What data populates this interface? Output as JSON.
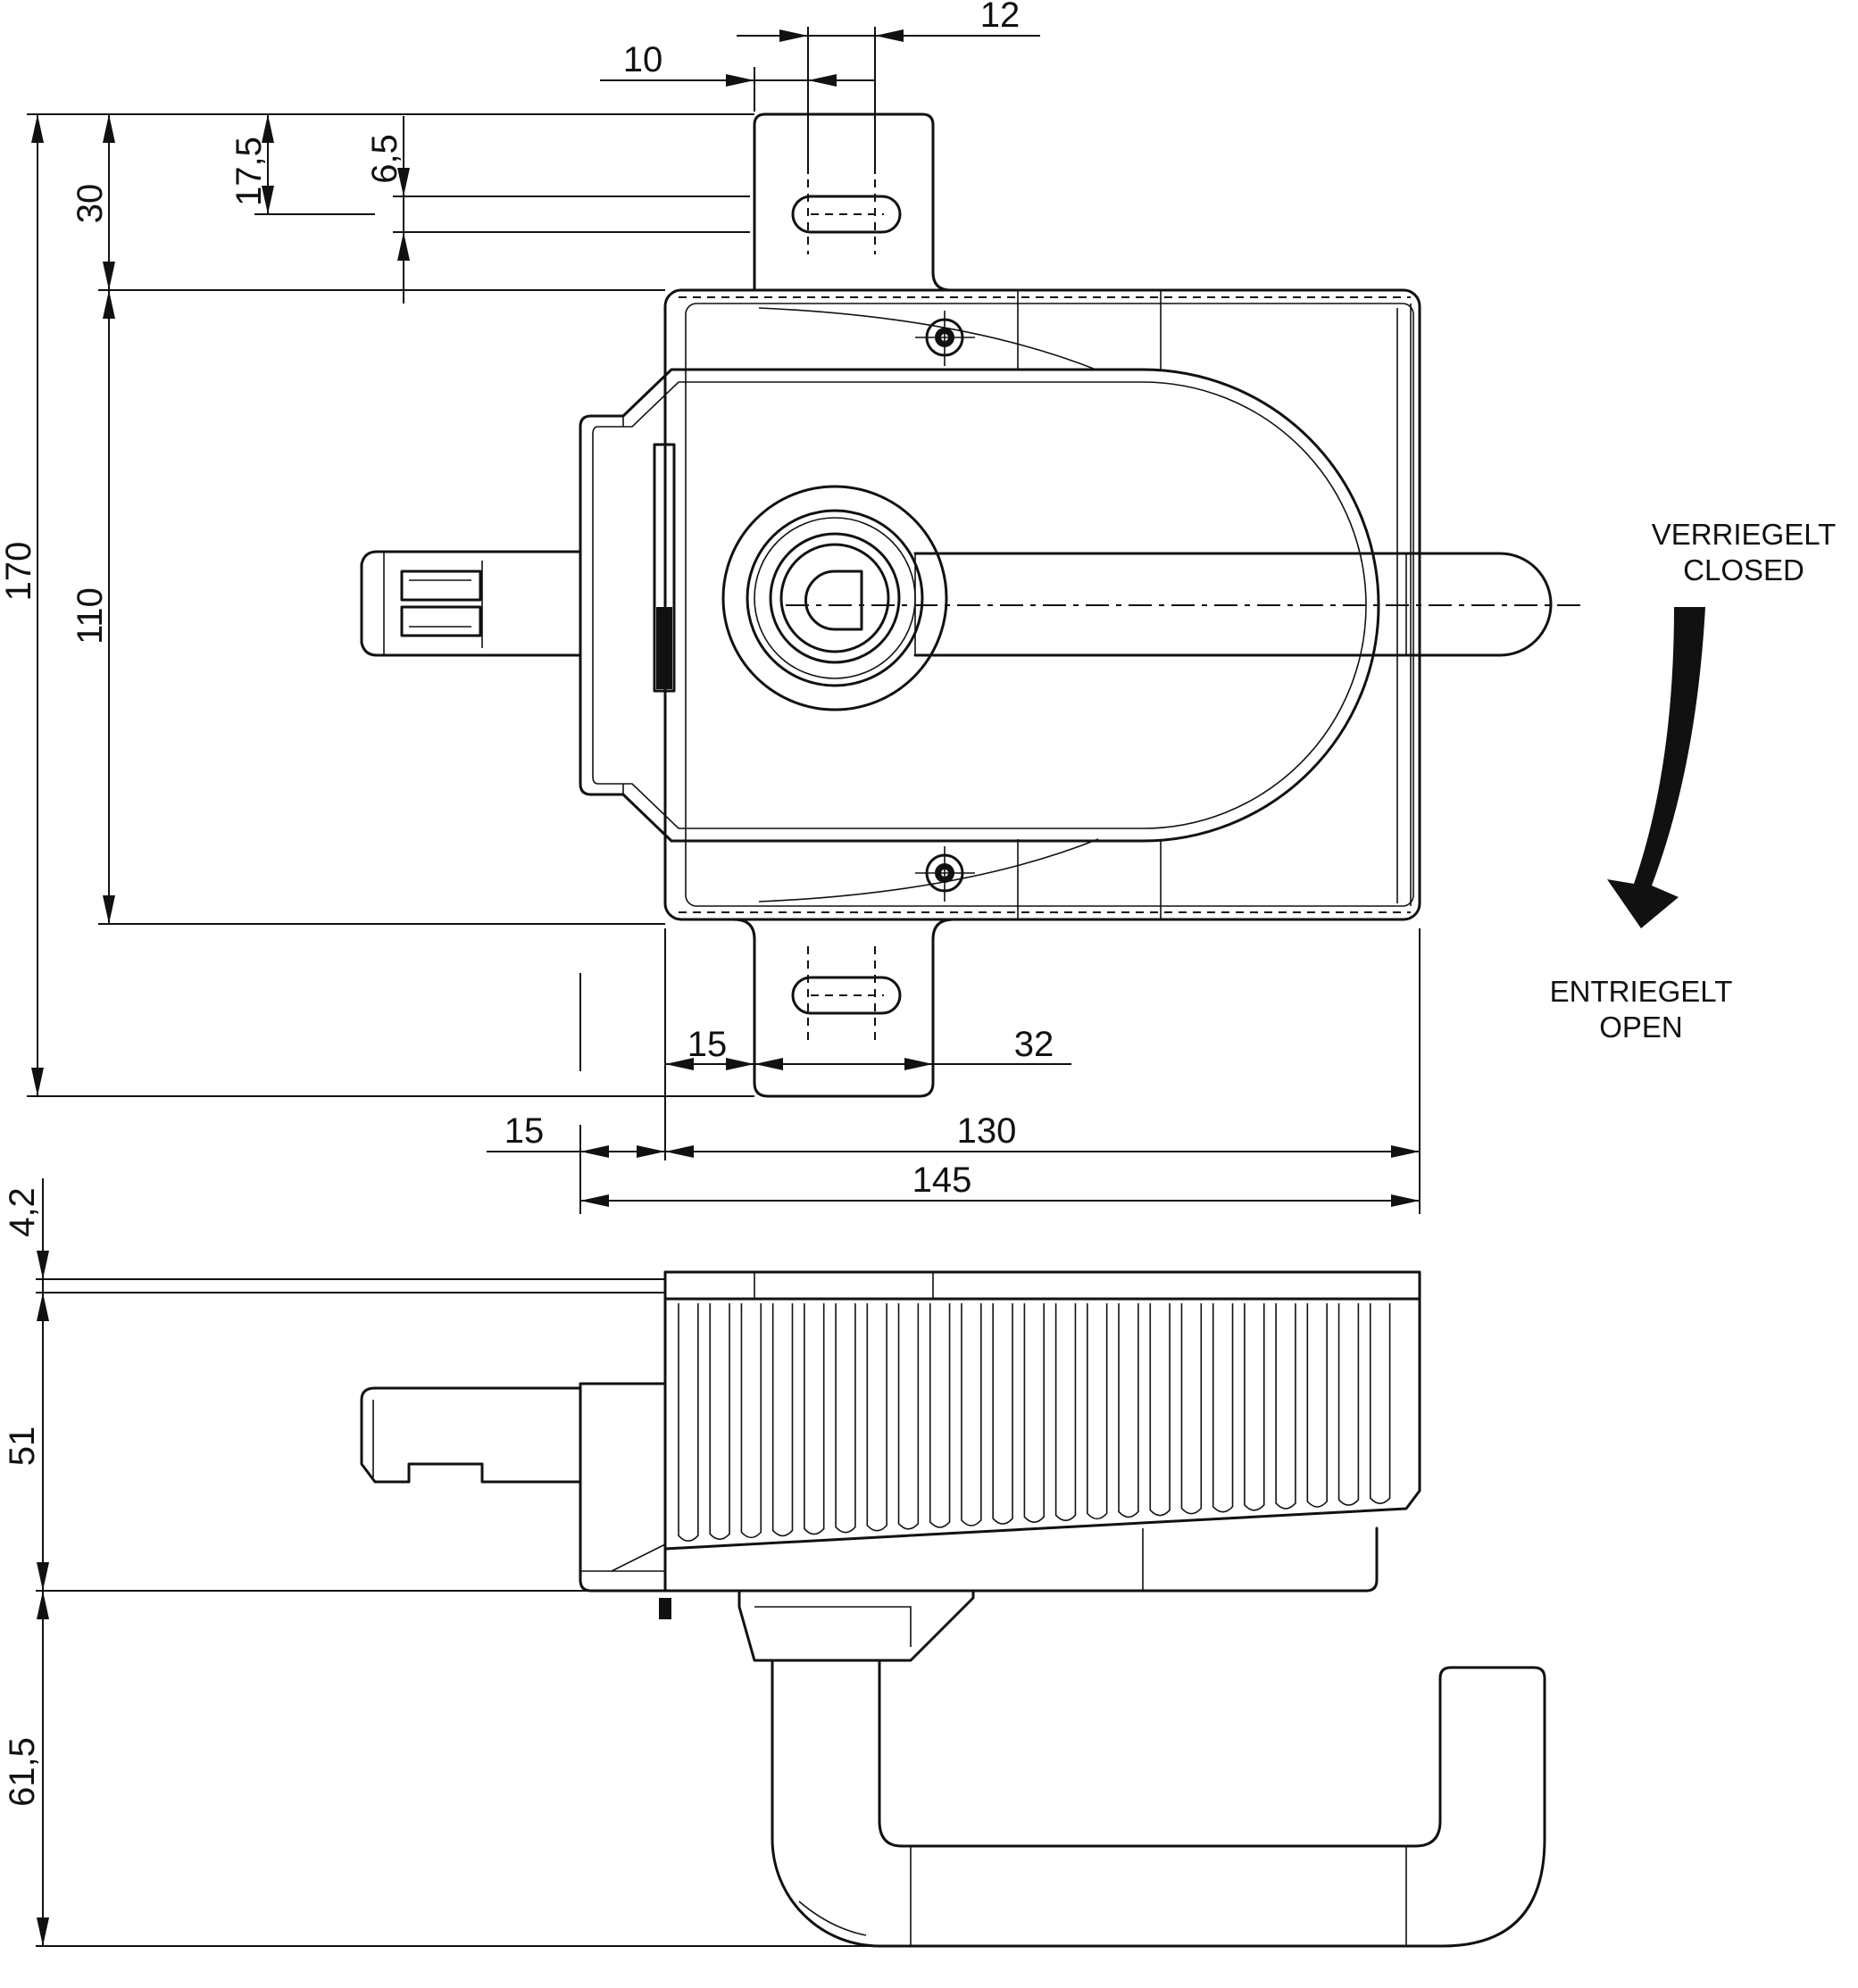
{
  "dimensions": {
    "top_slot_spacing": "12",
    "top_slot_width": "10",
    "hole_offset": "17,5",
    "slot_height": "6,5",
    "bracket_height": "30",
    "overall_height": "170",
    "body_height": "110",
    "bracket_offset": "15",
    "bracket_width": "32",
    "left_offset": "15",
    "body_width": "130",
    "overall_width": "145",
    "cover_thickness": "4,2",
    "housing_depth": "51",
    "handle_depth": "61,5"
  },
  "labels": {
    "closed_de": "VERRIEGELT",
    "closed_en": "CLOSED",
    "open_de": "ENTRIEGELT",
    "open_en": "OPEN"
  }
}
